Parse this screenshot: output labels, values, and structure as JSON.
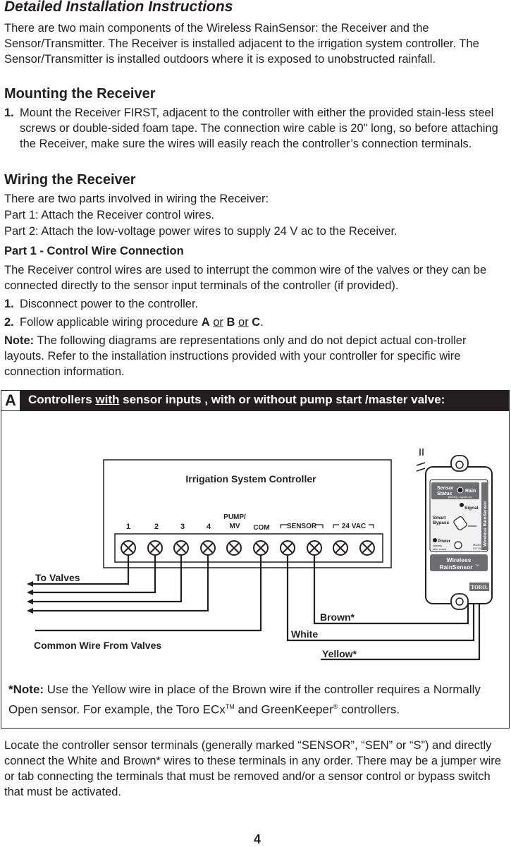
{
  "title": "Detailed Installation Instructions",
  "intro": "There are two main components of the Wireless RainSensor: the Receiver and the Sensor/Transmitter. The Receiver is installed adjacent to the irrigation system controller. The Sensor/Transmitter is installed outdoors where it is exposed to unobstructed rainfall.",
  "mounting": {
    "heading": "Mounting the Receiver",
    "step_num": "1.",
    "step_text": "Mount the Receiver FIRST, adjacent to the controller with either the provided stain-less steel screws or double-sided foam tape. The connection wire cable is 20\" long, so before attaching the Receiver, make sure the wires will easily reach the controller’s connection terminals."
  },
  "wiring": {
    "heading": "Wiring the Receiver",
    "line1": "There are two parts involved in wiring the Receiver:",
    "line2": "Part 1: Attach the Receiver control wires.",
    "line3": "Part 2: Attach the low-voltage power wires to supply 24 V ac to the Receiver."
  },
  "part1": {
    "heading": "Part 1 - Control Wire Connection",
    "text": "The Receiver control wires are used to interrupt the common wire of the valves or they can be connected directly to the sensor input terminals of the controller (if provided).",
    "step1_num": "1.",
    "step1_text": "Disconnect power to the controller.",
    "step2_num": "2.",
    "step2_prefix": "Follow applicable wiring procedure ",
    "opt_a": "A",
    "or1": "or",
    "opt_b": "B",
    "or2": "or",
    "opt_c": "C",
    "step2_suffix": ".",
    "note_label": "Note:",
    "note_text": " The following diagrams are representations only and do not depict actual con-troller layouts. Refer to the installation instructions provided with your controller for specific wire connection information."
  },
  "box_a": {
    "letter": "A",
    "title_pre": "Controllers ",
    "title_u": "with",
    "title_post": " sensor inputs , with or without pump start /master valve:",
    "diagram": {
      "controller_label": "Irrigation System Controller",
      "terminals": [
        "1",
        "2",
        "3",
        "4",
        "PUMP/",
        "MV",
        "COM",
        "SENSOR",
        "24 VAC"
      ],
      "to_valves": "To Valves",
      "common_wire": "Common Wire From Valves",
      "brown": "Brown*",
      "white": "White",
      "yellow": "Yellow*",
      "receiver": {
        "sensor_status_1": "Sensor",
        "sensor_status_2": "Status",
        "rain": "Rain",
        "status_sub": "(flashing - bypass on)",
        "signal": "Signal",
        "smart_1": "Smart",
        "smart_2": "Bypass",
        "power": "Power",
        "power_sub_1": "(steady -",
        "power_sub_2": "after reset)",
        "model_1": "Model",
        "model_2": "53779",
        "side_label": "Wireless RainSensor",
        "brand_1": "Wireless",
        "brand_2": "RainSensor",
        "tm": "TM",
        "logo": "TORO."
      }
    },
    "note_label": "*Note:",
    "note_text": " Use the Yellow wire in place of the Brown wire if the controller requires a Normally Open sensor. For example, the Toro ECx",
    "note_tm": "TM",
    "note_text2": " and GreenKeeper",
    "note_reg": "®",
    "note_text3": " controllers."
  },
  "outro": "Locate the controller sensor terminals (generally marked “SENSOR”, “SEN” or “S”) and directly connect the White and Brown* wires to these terminals in any order. There may be a jumper wire or tab connecting the terminals that must be removed and/or a sensor control or bypass switch that must be activated.",
  "page_number": "4"
}
